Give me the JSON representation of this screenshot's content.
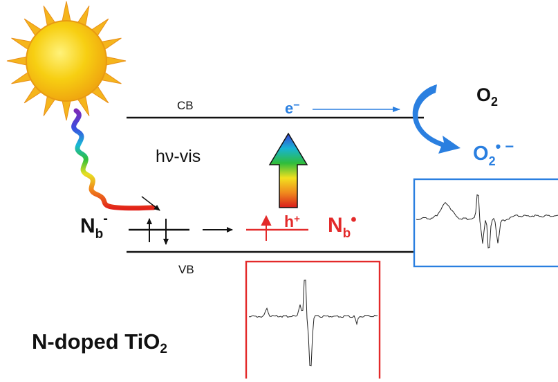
{
  "labels": {
    "cb": "CB",
    "vb": "VB",
    "hv": "hν-vis",
    "title_main": "N-doped TiO",
    "title_sub": "2",
    "nb_main": "N",
    "nb_sub": "b",
    "nb_sup": "-",
    "nbr_main": "N",
    "nbr_sub": "b",
    "nbr_sup": "•",
    "h_main": "h",
    "h_sup": "+",
    "e_main": "e",
    "e_sup": "−",
    "o2_main": "O",
    "o2_sub": "2",
    "o2r_main": "O",
    "o2r_sub": "2",
    "o2r_sup": "• −"
  },
  "colors": {
    "band_line": "#111111",
    "red": "#e32a2a",
    "blue": "#2a7fe0",
    "epr_red_border": "#e32a2a",
    "epr_blue_border": "#2a7fe0",
    "sun_body": "#f5c211",
    "sun_rays": "#f29a1f"
  },
  "icons": {
    "sun": "sun-icon",
    "photon": "rainbow-wave-photon-icon",
    "excitation": "rainbow-up-arrow-icon",
    "reduction": "curved-blue-arrow-icon"
  }
}
